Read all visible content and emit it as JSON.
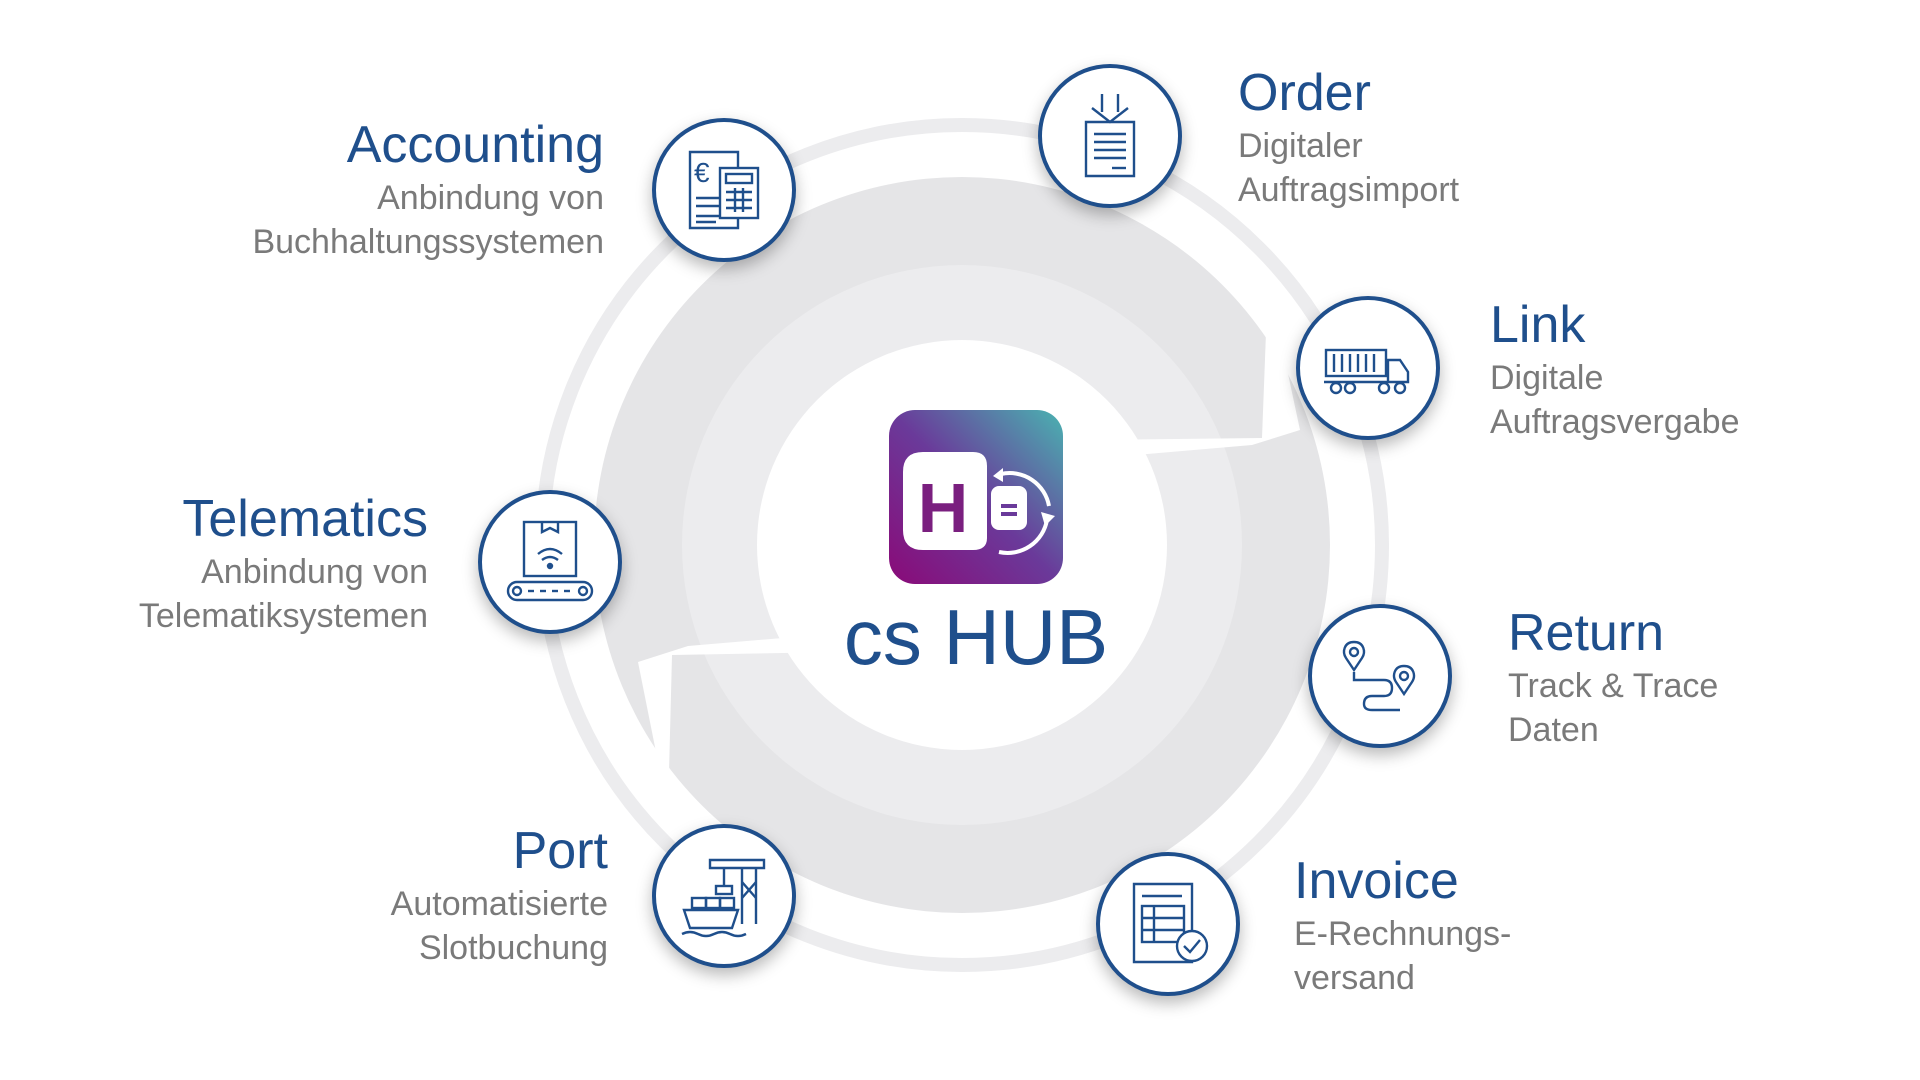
{
  "hub": {
    "name": "cs HUB",
    "logo_letter": "H",
    "colors": {
      "logo_top": "#4ab3b1",
      "logo_mid": "#6a3a9a",
      "logo_bottom": "#8a0a78",
      "brand_blue": "#1f4f8c",
      "desc_gray": "#7a7a7a",
      "ring_gray": "#e4e4e6"
    }
  },
  "modules": {
    "accounting": {
      "title": "Accounting",
      "desc": [
        "Anbindung von",
        "Buchhaltungssystemen"
      ],
      "icon": "invoice-euro-calculator-icon"
    },
    "order": {
      "title": "Order",
      "desc": [
        "Digitaler",
        "Auftragsimport"
      ],
      "icon": "document-download-icon"
    },
    "link": {
      "title": "Link",
      "desc": [
        "Digitale",
        "Auftragsvergabe"
      ],
      "icon": "container-truck-icon"
    },
    "telematics": {
      "title": "Telematics",
      "desc": [
        "Anbindung von",
        "Telematiksystemen"
      ],
      "icon": "conveyor-wifi-package-icon"
    },
    "return": {
      "title": "Return",
      "desc": [
        "Track & Trace",
        "Daten"
      ],
      "icon": "route-pins-icon"
    },
    "port": {
      "title": "Port",
      "desc": [
        "Automatisierte",
        "Slotbuchung"
      ],
      "icon": "port-crane-ship-icon"
    },
    "invoice": {
      "title": "Invoice",
      "desc": [
        "E-Rechnungs-",
        "versand"
      ],
      "icon": "document-check-icon"
    }
  }
}
